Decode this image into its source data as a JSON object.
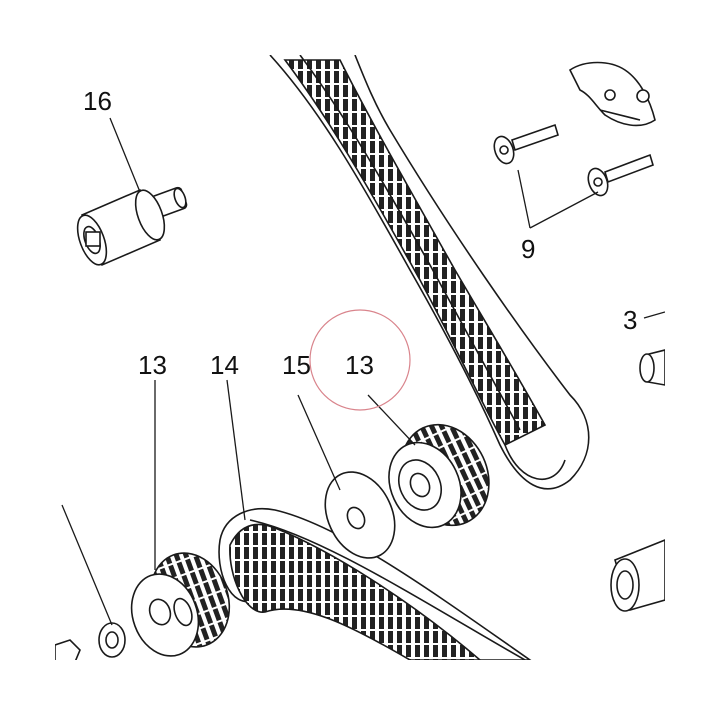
{
  "diagram": {
    "callouts": [
      {
        "id": "c16",
        "label": "16"
      },
      {
        "id": "c9",
        "label": "9"
      },
      {
        "id": "c3",
        "label": "3"
      },
      {
        "id": "c13a",
        "label": "13"
      },
      {
        "id": "c14",
        "label": "14"
      },
      {
        "id": "c15",
        "label": "15"
      },
      {
        "id": "c13b",
        "label": "13"
      }
    ],
    "highlight_color": "#d9848c",
    "line_color": "#1a1a1a"
  }
}
